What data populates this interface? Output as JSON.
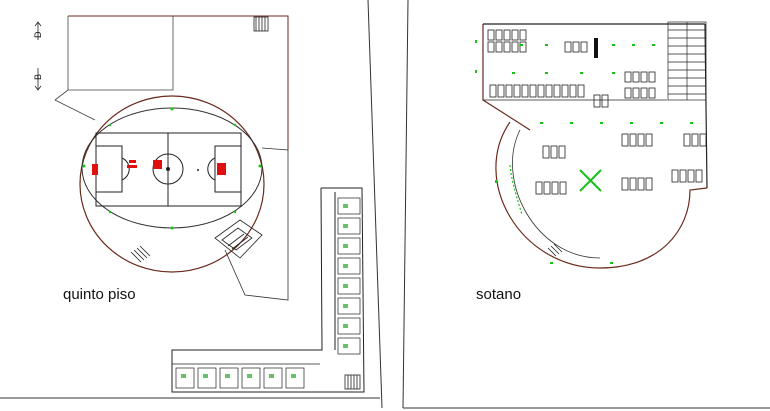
{
  "labels": {
    "left_plan": "quinto piso",
    "right_plan": "sotano",
    "section_mark_top": "D",
    "section_mark_bottom": "B"
  },
  "colors": {
    "line": "#222222",
    "wall": "#7a2a1a",
    "green": "#19c219",
    "red": "#e01010",
    "cross": "#19c219"
  }
}
